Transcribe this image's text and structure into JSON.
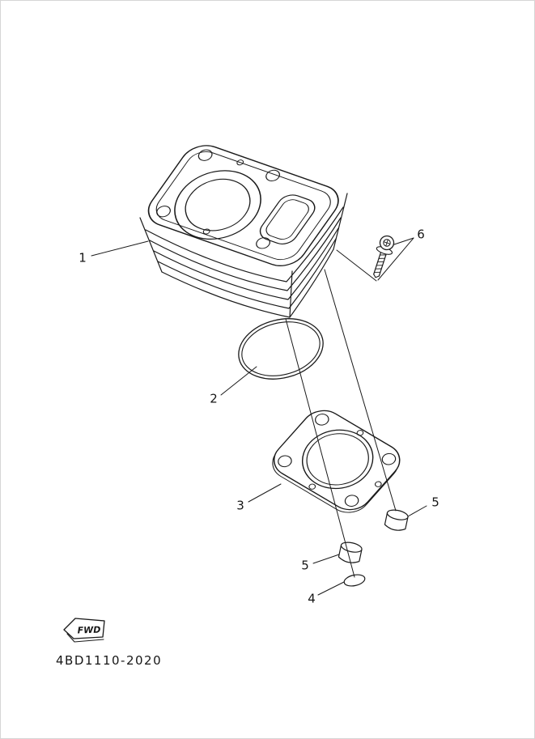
{
  "diagram": {
    "part_code": "4BD1110-2020",
    "fwd_label": "FWD",
    "callouts": [
      {
        "label": "1"
      },
      {
        "label": "2"
      },
      {
        "label": "3"
      },
      {
        "label": "4"
      },
      {
        "label": "5"
      },
      {
        "label": "5"
      },
      {
        "label": "6"
      }
    ],
    "colors": {
      "line": "#1a1a1a",
      "background": "#ffffff"
    }
  }
}
